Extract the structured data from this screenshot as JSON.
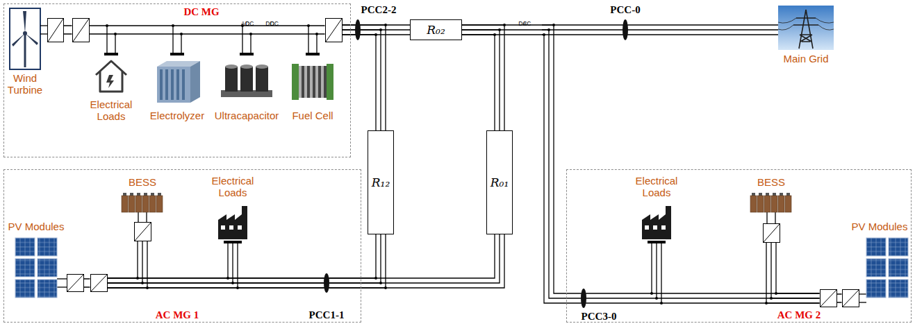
{
  "diagram": {
    "nodes": [
      {
        "text": [
          "DC MG"
        ]
      },
      {
        "text": [
          "AC",
          "DC"
        ],
        "in": 0
      },
      {
        "text": [
          "DC",
          "DC"
        ],
        "in": 0
      },
      {
        "text": [
          "DC",
          "AC"
        ],
        "in": 0
      },
      {
        "text": [
          "R₀₂"
        ]
      },
      {
        "text": [
          "R₁₂"
        ]
      },
      {
        "text": [
          "R₀₁"
        ]
      },
      {
        "text": [
          "AC MG 1"
        ]
      },
      {
        "text": [
          "DC",
          "AC"
        ],
        "in": 7
      },
      {
        "text": [
          "DC",
          "AC"
        ],
        "in": 7
      },
      {
        "text": [
          "DC",
          "AC"
        ],
        "in": 7
      },
      {
        "text": [
          "AC MG 2"
        ]
      },
      {
        "text": [
          "DC",
          "AC"
        ],
        "in": 11
      },
      {
        "text": [
          "DC",
          "AC"
        ],
        "in": 11
      },
      {
        "text": [
          "DC",
          "DC"
        ],
        "in": 11
      }
    ],
    "edges": [
      {
        "from": 1,
        "to": 2,
        "arrow": "none"
      },
      {
        "from": 2,
        "to": 3,
        "arrow": "none"
      },
      {
        "from": 3,
        "to": 4,
        "arrow": "none"
      },
      {
        "from": 3,
        "to": 5,
        "arrow": "none"
      },
      {
        "from": 4,
        "to": 6,
        "arrow": "none"
      },
      {
        "from": 4,
        "to": 13,
        "arrow": "none"
      },
      {
        "from": 8,
        "to": 9,
        "arrow": "none"
      },
      {
        "from": 9,
        "to": 5,
        "arrow": "none"
      },
      {
        "from": 9,
        "to": 6,
        "arrow": "none"
      },
      {
        "from": 10,
        "to": 9,
        "arrow": "none"
      },
      {
        "from": 12,
        "to": 13,
        "arrow": "none"
      },
      {
        "from": 13,
        "to": 14,
        "arrow": "none"
      }
    ],
    "labels": [
      "Wind Turbine",
      "Electrical Loads",
      "Electrolyzer",
      "Ultracapacitor",
      "Fuel Cell",
      "PCC2-2",
      "PCC-0",
      "Main Grid",
      "PV Modules",
      "BESS",
      "Electrical Loads",
      "PCC1-1",
      "Electrical Loads",
      "BESS",
      "PV Modules",
      "PCC3-0"
    ]
  }
}
